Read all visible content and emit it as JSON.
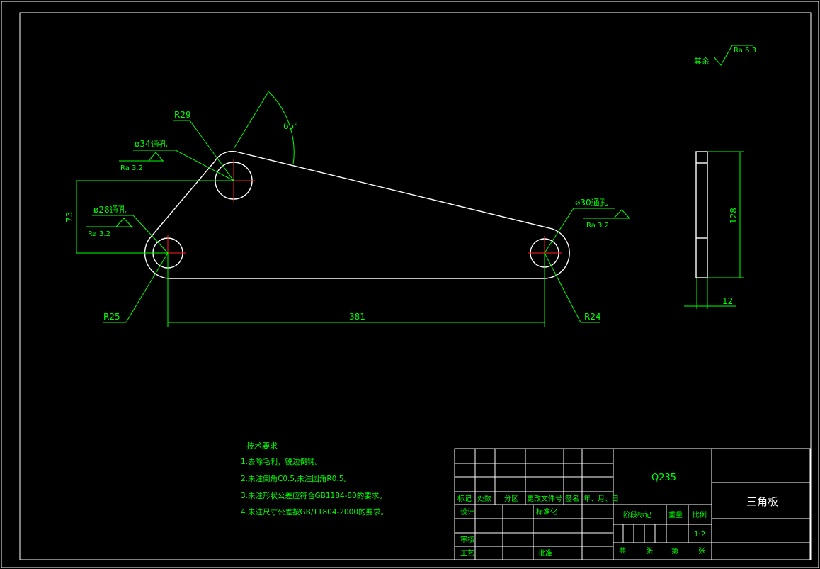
{
  "roughness_note": {
    "label": "其余",
    "value": "Ra 6.3"
  },
  "dimensions": {
    "r29": "R29",
    "r25": "R25",
    "r24": "R24",
    "angle": "65°",
    "hole_34": "ø34通孔",
    "hole_28": "ø28通孔",
    "hole_30": "ø30通孔",
    "ra_34": "Ra 3.2",
    "ra_28": "Ra 3.2",
    "ra_30": "Ra 3.2",
    "height_73": "73",
    "length_381": "381",
    "side_height": "128",
    "thickness": "12"
  },
  "tech_requirements": {
    "title": "技术要求",
    "items": [
      "1.去除毛刺，锐边倒钝。",
      "2.未注倒角C0.5,未注圆角R0.5。",
      "3.未注形状公差应符合GB1184-80的要求。",
      "4.未注尺寸公差按GB/T1804-2000的要求。"
    ]
  },
  "title_block": {
    "material": "Q235",
    "part_name": "三角板",
    "mark": "标记",
    "count": "处数",
    "zone": "分区",
    "change_doc": "更改文件号",
    "signature": "签名",
    "date": "年、月、日",
    "design": "设计",
    "standardize": "标准化",
    "stage_mark": "阶段标记",
    "weight": "重量",
    "scale": "比例",
    "scale_value": "1:2",
    "review": "审核",
    "process": "工艺",
    "approve": "批准",
    "total": "共",
    "sheets1": "张",
    "sheet_no": "第",
    "sheets2": "张"
  }
}
